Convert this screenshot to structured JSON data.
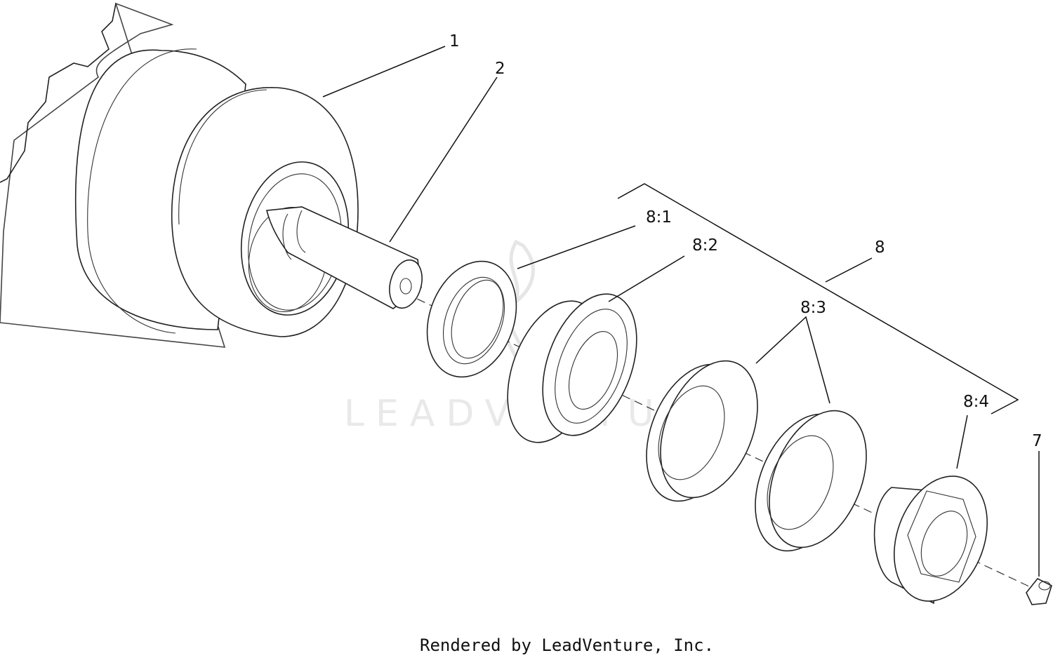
{
  "callouts": {
    "c1": "1",
    "c2": "2",
    "c8": "8",
    "c8_1": "8:1",
    "c8_2": "8:2",
    "c8_3": "8:3",
    "c8_4": "8:4",
    "c7": "7"
  },
  "watermark": "LEADVENTURE",
  "credit": "Rendered by LeadVenture, Inc.",
  "colors": {
    "line": "#222222",
    "background": "#ffffff",
    "watermark": "#e9e9e9"
  }
}
